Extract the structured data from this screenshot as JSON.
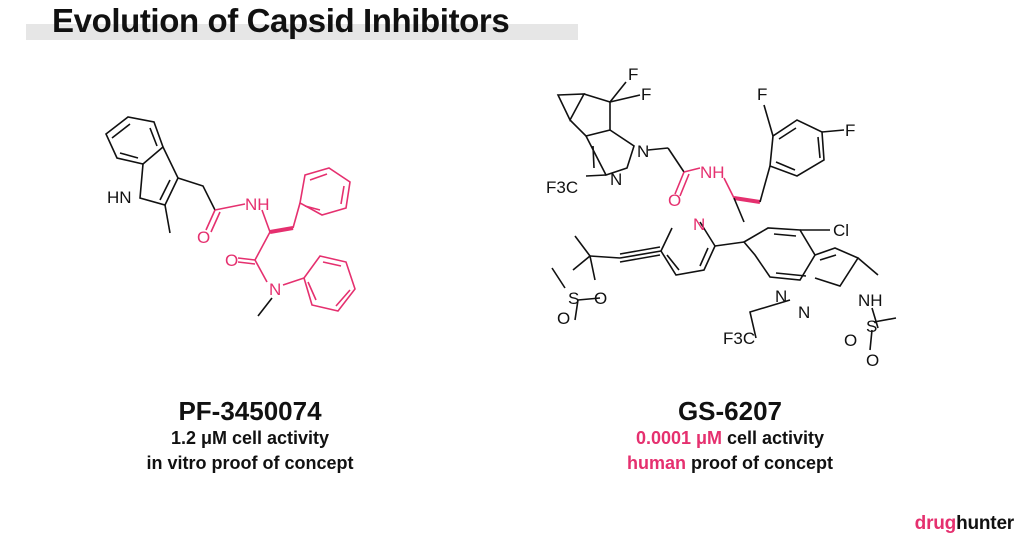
{
  "title": "Evolution of Capsid Inhibitors",
  "accent_color": "#e5306f",
  "compounds": [
    {
      "name": "PF-3450074",
      "activity_value": "1.2 μM",
      "activity_suffix": " cell activity",
      "stage_highlight": "",
      "stage_text": "in vitro proof of concept"
    },
    {
      "name": "GS-6207",
      "activity_value": "0.0001 μM",
      "activity_suffix": " cell activity",
      "stage_highlight": "human",
      "stage_text": " proof of concept"
    }
  ],
  "atom_labels": {
    "HN": "HN",
    "NH": "NH",
    "N": "N",
    "O": "O",
    "F": "F",
    "Cl": "Cl",
    "CF3": "F3C",
    "S": "S"
  },
  "brand": {
    "part1": "drug",
    "part2": "hunter"
  }
}
